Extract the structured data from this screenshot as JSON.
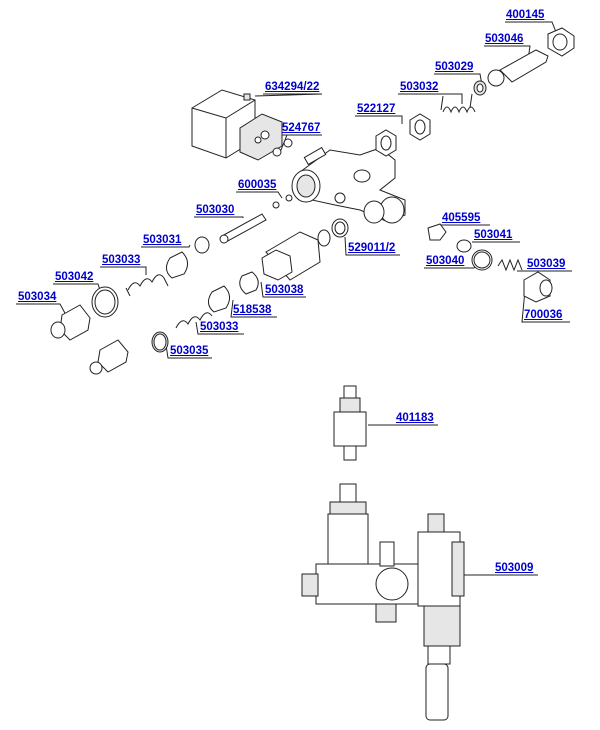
{
  "diagram": {
    "title_visible": false,
    "part_labels": [
      {
        "id": "p400145",
        "text": "400145"
      },
      {
        "id": "p503046",
        "text": "503046"
      },
      {
        "id": "p503029",
        "text": "503029"
      },
      {
        "id": "p634294",
        "text": "634294/22"
      },
      {
        "id": "p503032",
        "text": "503032"
      },
      {
        "id": "p522127",
        "text": "522127"
      },
      {
        "id": "p524767",
        "text": "524767"
      },
      {
        "id": "p600035",
        "text": "600035"
      },
      {
        "id": "p503030",
        "text": "503030"
      },
      {
        "id": "p405595",
        "text": "405595"
      },
      {
        "id": "p503041",
        "text": "503041"
      },
      {
        "id": "p503031",
        "text": "503031"
      },
      {
        "id": "p529011",
        "text": "529011/2"
      },
      {
        "id": "p503033a",
        "text": "503033"
      },
      {
        "id": "p503040",
        "text": "503040"
      },
      {
        "id": "p503039",
        "text": "503039"
      },
      {
        "id": "p503042",
        "text": "503042"
      },
      {
        "id": "p503038",
        "text": "503038"
      },
      {
        "id": "p503034",
        "text": "503034"
      },
      {
        "id": "p518538",
        "text": "518538"
      },
      {
        "id": "p503033b",
        "text": "503033"
      },
      {
        "id": "p700036",
        "text": "700036"
      },
      {
        "id": "p503035",
        "text": "503035"
      },
      {
        "id": "p401183",
        "text": "401183"
      },
      {
        "id": "p503009",
        "text": "503009"
      }
    ],
    "link_color": "#0000cc"
  }
}
